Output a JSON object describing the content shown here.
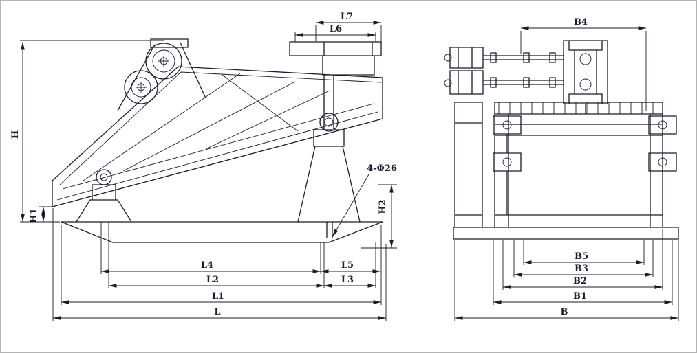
{
  "drawing_title": "Vibrating screen dimensional outline drawing (side view and end view)",
  "colors": {
    "ink": "#1b1b2c",
    "paper": "#ffffff"
  },
  "side_view": {
    "labels": {
      "H": "H",
      "H1": "H1",
      "H2": "H2",
      "L": "L",
      "L1": "L1",
      "L2": "L2",
      "L3": "L3",
      "L4": "L4",
      "L5": "L5",
      "L6": "L6",
      "L7": "L7",
      "hole_note": "4-Φ26"
    }
  },
  "end_view": {
    "labels": {
      "B": "B",
      "B1": "B1",
      "B2": "B2",
      "B3": "B3",
      "B4": "B4",
      "B5": "B5"
    }
  }
}
